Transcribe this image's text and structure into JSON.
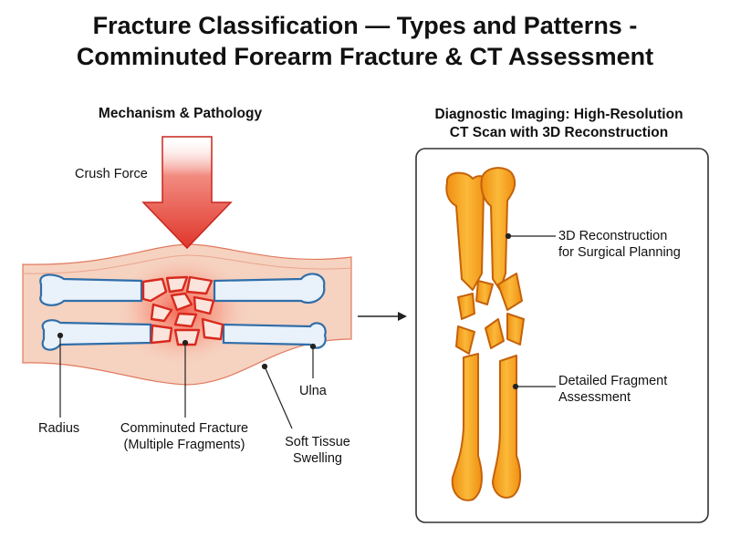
{
  "title": {
    "line1": "Fracture Classification — Types and Patterns -",
    "line2": "Comminuted Forearm Fracture & CT Assessment"
  },
  "left_panel": {
    "heading": "Mechanism & Pathology",
    "labels": {
      "force": "Crush Force",
      "radius": "Radius",
      "ulna": "Ulna",
      "fracture_line1": "Comminuted Fracture",
      "fracture_line2": "(Multiple Fragments)",
      "swelling_line1": "Soft Tissue",
      "swelling_line2": "Swelling"
    }
  },
  "right_panel": {
    "heading_line1": "Diagnostic Imaging: High-Resolution",
    "heading_line2": "CT Scan with 3D Reconstruction",
    "labels": {
      "recon_line1": "3D Reconstruction",
      "recon_line2": "for Surgical Planning",
      "frag_line1": "Detailed Fragment",
      "frag_line2": "Assessment"
    }
  },
  "colors": {
    "arrow_red": "#e0362b",
    "tissue": "#f6d2c0",
    "bone_fill": "#e9f1fb",
    "bone_outline": "#2f6ea8",
    "ct_bone": "#f4a41c",
    "ct_outline": "#c4620a"
  }
}
